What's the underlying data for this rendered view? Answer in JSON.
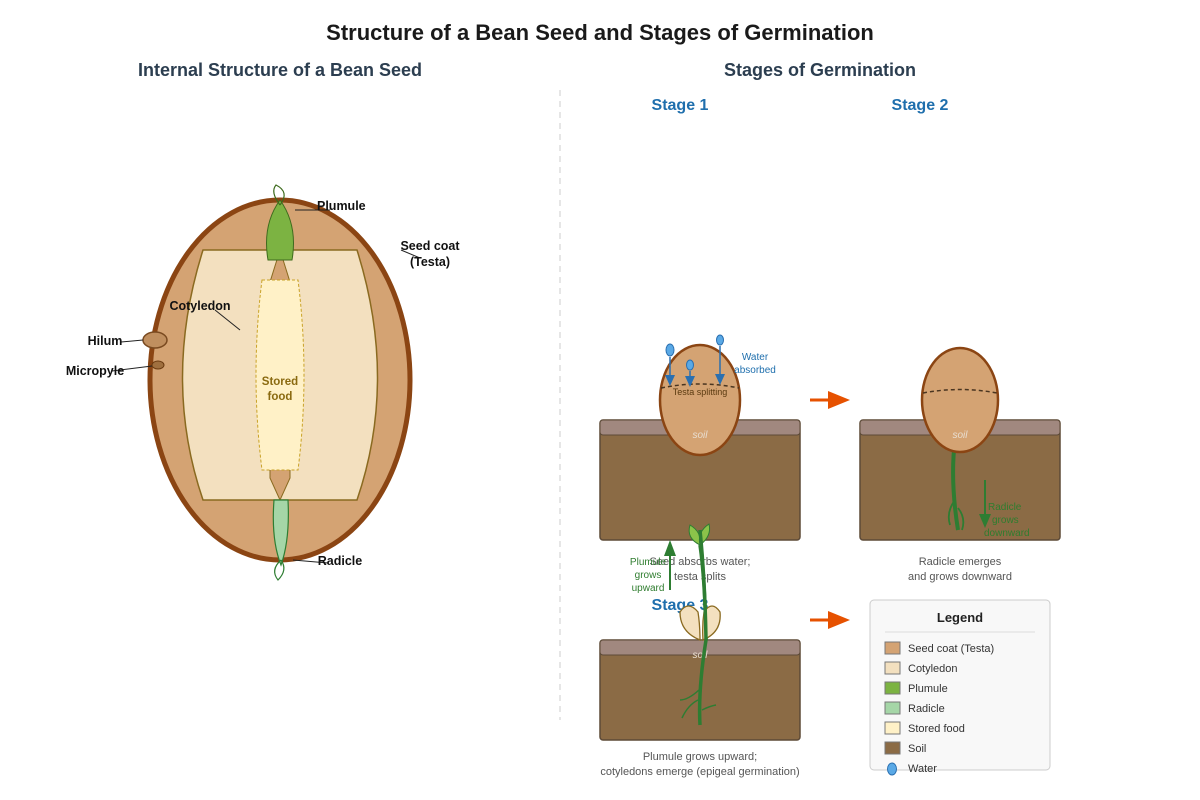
{
  "title": "Structure of a Bean Seed and Stages of Germination",
  "left_panel": {
    "title": "Internal Structure of a Bean Seed",
    "labels": {
      "plumule": "Plumule",
      "seed_coat_line1": "Seed coat",
      "seed_coat_line2": "(Testa)",
      "cotyledon": "Cotyledon",
      "hilum": "Hilum",
      "micropyle": "Micropyle",
      "stored_food_line1": "Stored",
      "stored_food_line2": "food",
      "radicle": "Radicle"
    }
  },
  "right_panel": {
    "title": "Stages of Germination",
    "soil_label": "soil",
    "stage1": {
      "title": "Stage 1",
      "water_line1": "Water",
      "water_line2": "absorbed",
      "testa_label": "Testa splitting",
      "caption_line1": "Seed absorbs water;",
      "caption_line2": "testa splits"
    },
    "stage2": {
      "title": "Stage 2",
      "radicle_line1": "Radicle",
      "radicle_line2": "grows",
      "radicle_line3": "downward",
      "caption_line1": "Radicle emerges",
      "caption_line2": "and grows downward"
    },
    "stage3": {
      "title": "Stage 3",
      "plumule_line1": "Plumule",
      "plumule_line2": "grows",
      "plumule_line3": "upward",
      "caption_line1": "Plumule grows upward;",
      "caption_line2": "cotyledons emerge (epigeal germination)"
    }
  },
  "legend": {
    "title": "Legend",
    "items": [
      {
        "label": "Seed coat (Testa)",
        "color": "#d4a373"
      },
      {
        "label": "Cotyledon",
        "color": "#f3e0bf"
      },
      {
        "label": "Plumule",
        "color": "#7cb342"
      },
      {
        "label": "Radicle",
        "color": "#a5d6a7"
      },
      {
        "label": "Stored food",
        "color": "#fff1c7"
      },
      {
        "label": "Soil",
        "color": "#8b6b45"
      },
      {
        "label": "Water",
        "color": "#5aa9e6"
      }
    ]
  },
  "colors": {
    "seed_coat": "#d4a373",
    "seed_coat_outline": "#8b4513",
    "cotyledon": "#f3e0bf",
    "plumule": "#7cb342",
    "radicle": "#a5d6a7",
    "stored_food": "#fff1c7",
    "soil": "#8b6b45",
    "soil_surface": "#a1887f",
    "water": "#5aa9e6",
    "stem": "#2e7d32",
    "arrow": "#e65100"
  }
}
